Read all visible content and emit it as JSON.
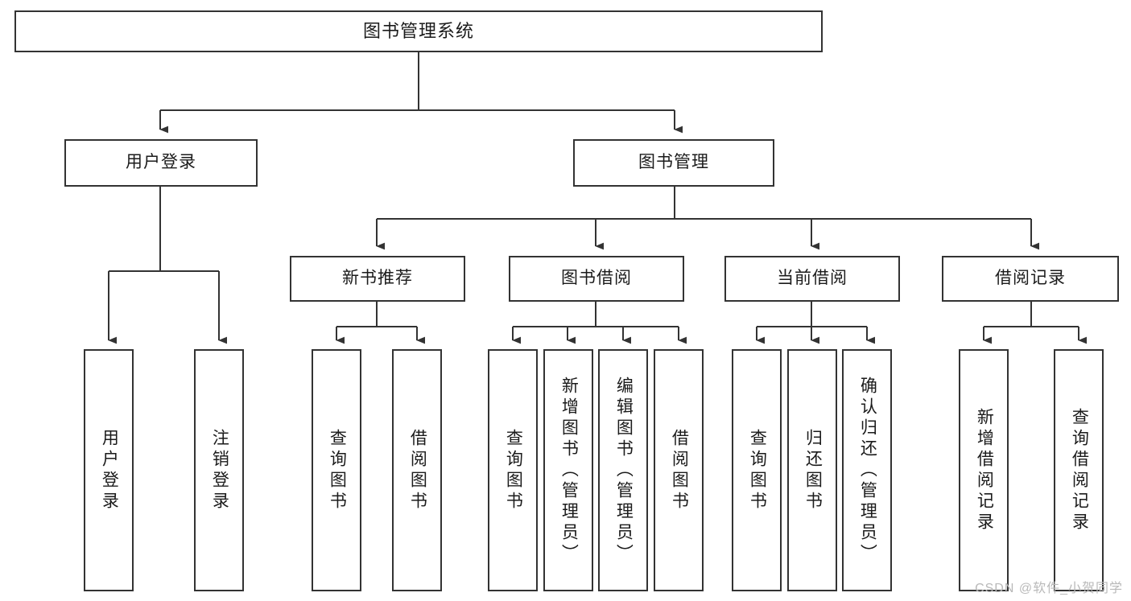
{
  "diagram": {
    "title": "图书管理系统",
    "type": "hierarchy-tree",
    "watermark": "CSDN @软件_小贺同学",
    "colors": {
      "border": "#333333",
      "fill": "#ffffff",
      "text": "#1b1b1b",
      "watermark": "#b9b9b9"
    },
    "nodes": {
      "root": {
        "label": "图书管理系统"
      },
      "level2": [
        {
          "id": "user-login",
          "label": "用户登录"
        },
        {
          "id": "book-manage",
          "label": "图书管理"
        }
      ],
      "level3": [
        {
          "id": "new-book-recommend",
          "label": "新书推荐"
        },
        {
          "id": "book-borrow",
          "label": "图书借阅"
        },
        {
          "id": "current-borrow",
          "label": "当前借阅"
        },
        {
          "id": "borrow-record",
          "label": "借阅记录"
        }
      ],
      "leaves": {
        "user_login": [
          {
            "id": "leaf-user-login",
            "label": "用户登录"
          },
          {
            "id": "leaf-logout",
            "label": "注销登录"
          }
        ],
        "new_book_recommend": [
          {
            "id": "leaf-query-book-1",
            "label": "查询图书"
          },
          {
            "id": "leaf-borrow-book-1",
            "label": "借阅图书"
          }
        ],
        "book_borrow": [
          {
            "id": "leaf-query-book-2",
            "label": "查询图书"
          },
          {
            "id": "leaf-add-book",
            "label": "新增图书（管理员）"
          },
          {
            "id": "leaf-edit-book",
            "label": "编辑图书（管理员）"
          },
          {
            "id": "leaf-borrow-book-2",
            "label": "借阅图书"
          }
        ],
        "current_borrow": [
          {
            "id": "leaf-query-book-3",
            "label": "查询图书"
          },
          {
            "id": "leaf-return-book",
            "label": "归还图书"
          },
          {
            "id": "leaf-confirm-return",
            "label": "确认归还（管理员）"
          }
        ],
        "borrow_record": [
          {
            "id": "leaf-add-record",
            "label": "新增借阅记录"
          },
          {
            "id": "leaf-query-record",
            "label": "查询借阅记录"
          }
        ]
      }
    }
  }
}
